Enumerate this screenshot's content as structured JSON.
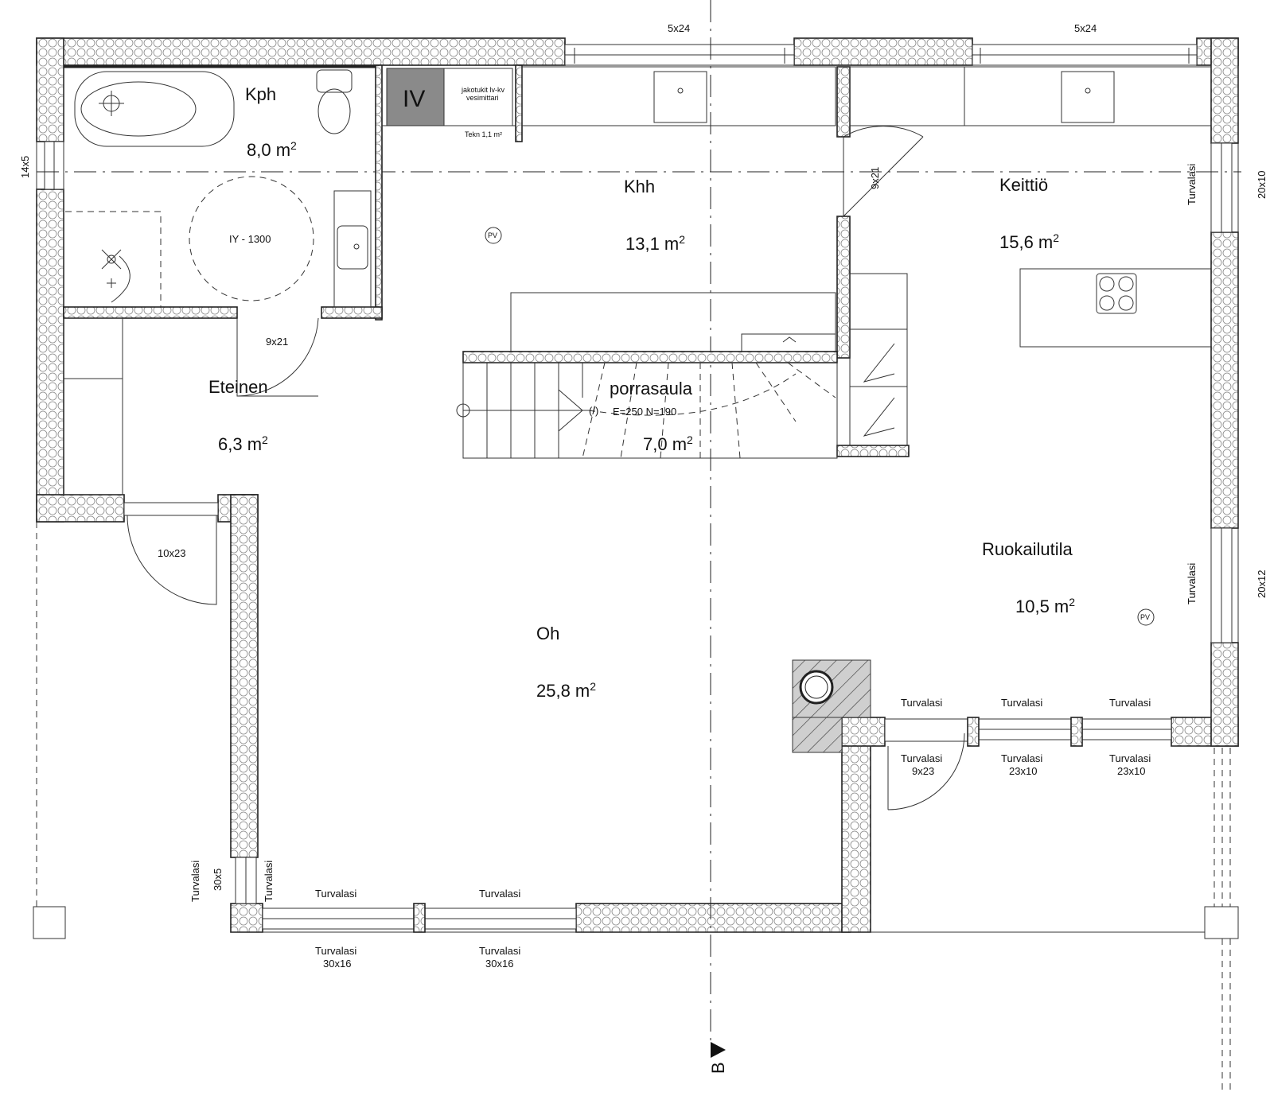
{
  "rooms": {
    "kph": {
      "name": "Kph",
      "area": "8,0 m",
      "sup": "2"
    },
    "khh": {
      "name": "Khh",
      "area": "13,1 m",
      "sup": "2"
    },
    "keittio": {
      "name": "Keittiö",
      "area": "15,6 m",
      "sup": "2"
    },
    "eteinen": {
      "name": "Eteinen",
      "area": "6,3 m",
      "sup": "2"
    },
    "porrasaula": {
      "name": "porrasaula",
      "area": "7,0 m",
      "sup": "2",
      "stair": "E=250 N=190"
    },
    "ruokailutila": {
      "name": "Ruokailutila",
      "area": "10,5 m",
      "sup": "2"
    },
    "oh": {
      "name": "Oh",
      "area": "25,8 m",
      "sup": "2"
    }
  },
  "labels": {
    "iv": "IV",
    "jakotukit": "jakotukit lv-kv",
    "vesimittari": "vesimittari",
    "tekn": "Tekn 1,1 m²",
    "iy": "IY - 1300",
    "pv": "PV",
    "stair_symbol": "(/)",
    "section": "B"
  },
  "dims": {
    "win_top_left": "5x24",
    "win_top_right": "5x24",
    "win_left": "14x5",
    "door_khh": "9x21",
    "door_kph": "9x21",
    "door_entry": "10x23",
    "win_right_top": "20x10",
    "win_right_bottom": "20x12",
    "win_bottom_left": "30x5"
  },
  "glass": {
    "turvalasi": "Turvalasi",
    "door_9x23": "9x23",
    "win_23x10": "23x10",
    "win_30x16": "30x16"
  }
}
